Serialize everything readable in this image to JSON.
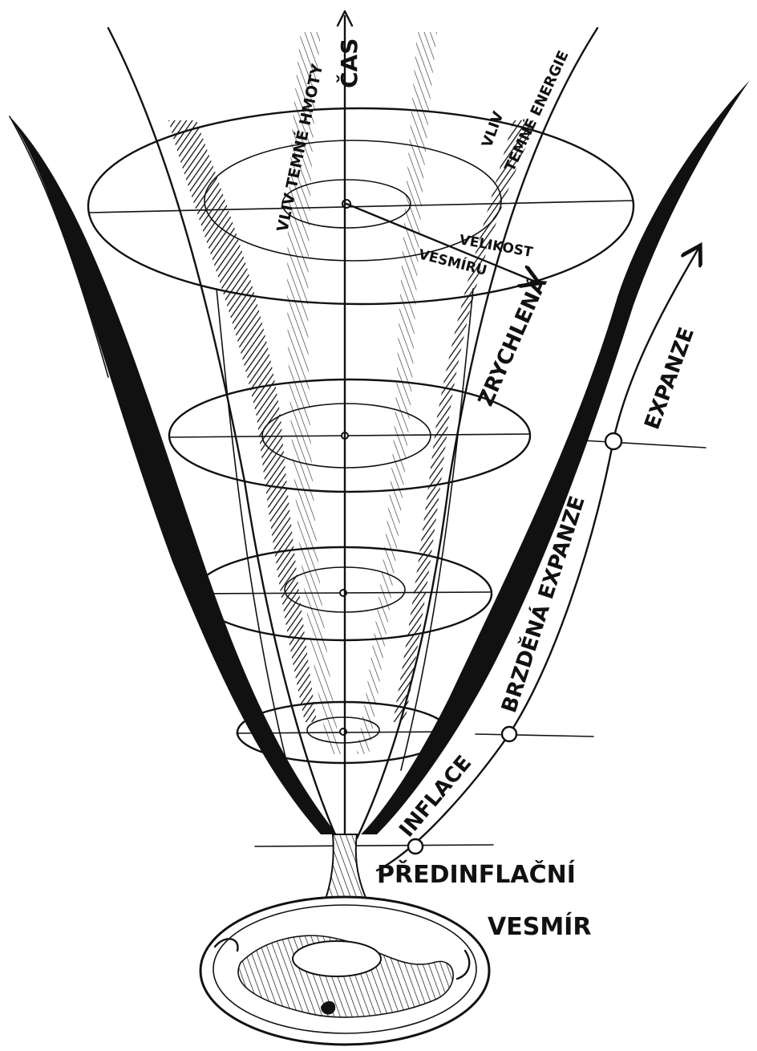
{
  "labels": {
    "time_axis": "ČAS",
    "dark_matter": "VLIV TEMNÉ HMOTY",
    "dark_energy_line1": "VLIV",
    "dark_energy_line2": "TEMNÉ ENERGIE",
    "size_line1": "VELIKOST",
    "size_line2": "VESMÍRU",
    "accelerated_line1": "ZRYCHLENÁ",
    "accelerated_line2": "EXPANZE",
    "decelerated": "BRZDĚNÁ EXPANZE",
    "inflation": "INFLACE",
    "pre_inflation_line1": "PŘEDINFLAČNÍ",
    "pre_inflation_line2": "VESMÍR"
  },
  "colors": {
    "ink": "#111111",
    "paper": "#ffffff"
  }
}
